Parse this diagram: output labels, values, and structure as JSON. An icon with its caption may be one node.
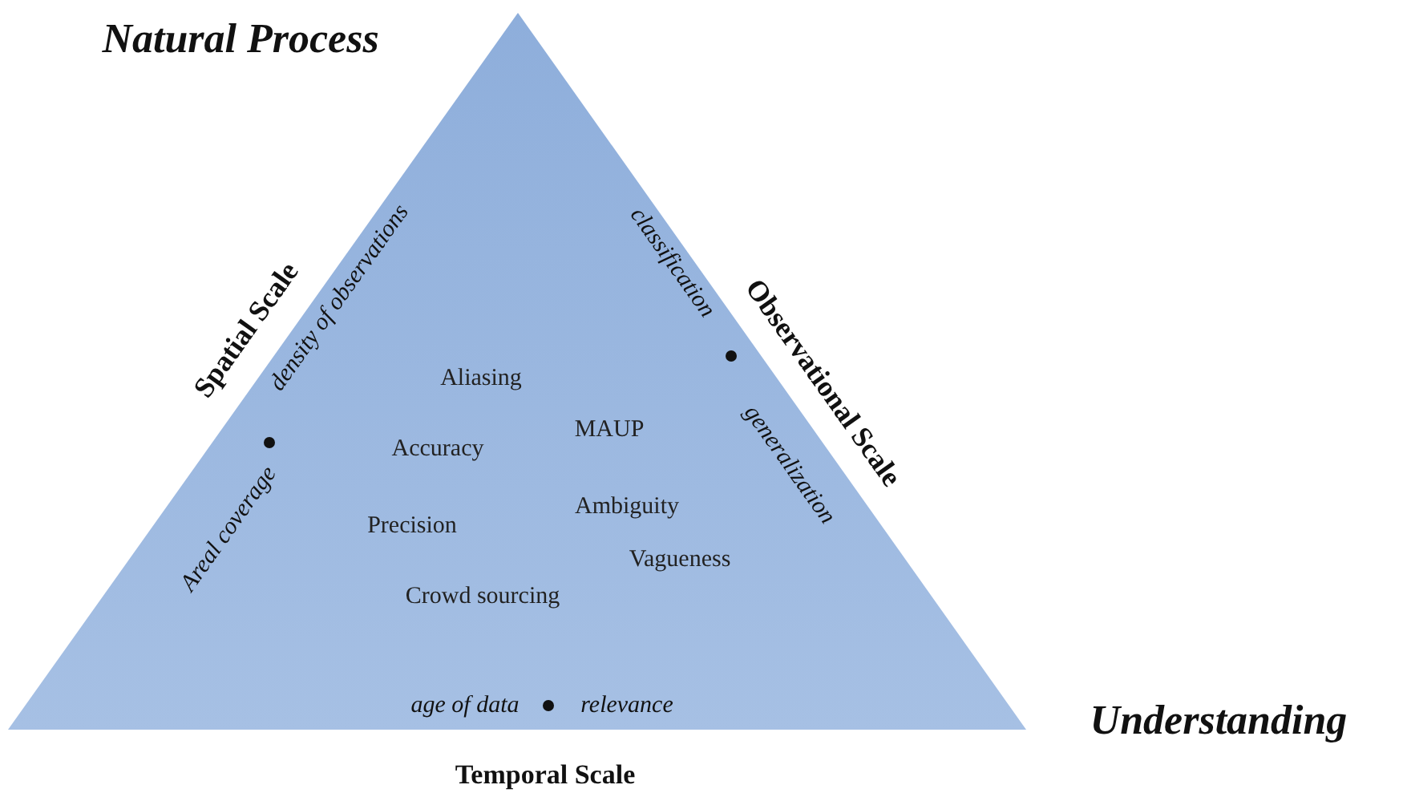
{
  "diagram": {
    "nodes": [
      {
        "text": [
          "Aliasing",
          "MAUP",
          "Accuracy",
          "Ambiguity",
          "Precision",
          "Vagueness",
          "Crowd sourcing"
        ]
      }
    ],
    "edges": [],
    "labels": [
      "Natural Process",
      "Spatial Scale",
      "density of observations",
      "Areal coverage",
      "classification",
      "Observational Scale",
      "generalization",
      "age of data",
      "relevance",
      "Understanding",
      "Temporal Scale"
    ]
  }
}
